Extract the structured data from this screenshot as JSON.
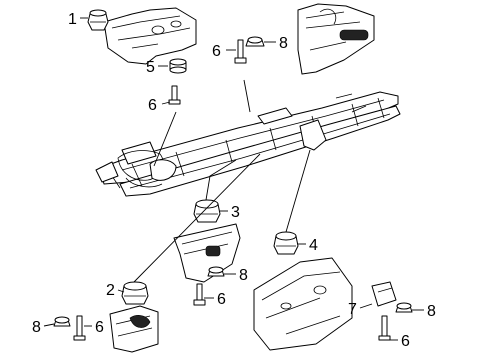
{
  "callouts": [
    {
      "id": "c1",
      "number": "1",
      "part": "body-mount-bushing"
    },
    {
      "id": "c2",
      "number": "2",
      "part": "body-mount-cushion"
    },
    {
      "id": "c3",
      "number": "3",
      "part": "body-mount-cushion"
    },
    {
      "id": "c4",
      "number": "4",
      "part": "body-mount-cushion"
    },
    {
      "id": "c5",
      "number": "5",
      "part": "spacer"
    },
    {
      "id": "c6a",
      "number": "6",
      "part": "bolt"
    },
    {
      "id": "c6b",
      "number": "6",
      "part": "bolt"
    },
    {
      "id": "c6c",
      "number": "6",
      "part": "bolt"
    },
    {
      "id": "c6d",
      "number": "6",
      "part": "bolt"
    },
    {
      "id": "c6e",
      "number": "6",
      "part": "bolt"
    },
    {
      "id": "c7",
      "number": "7",
      "part": "bracket"
    },
    {
      "id": "c8a",
      "number": "8",
      "part": "nut"
    },
    {
      "id": "c8b",
      "number": "8",
      "part": "nut"
    },
    {
      "id": "c8c",
      "number": "8",
      "part": "nut"
    },
    {
      "id": "c8d",
      "number": "8",
      "part": "nut"
    }
  ],
  "colors": {
    "line": "#000000",
    "background": "#ffffff",
    "fill": "#ffffff"
  }
}
